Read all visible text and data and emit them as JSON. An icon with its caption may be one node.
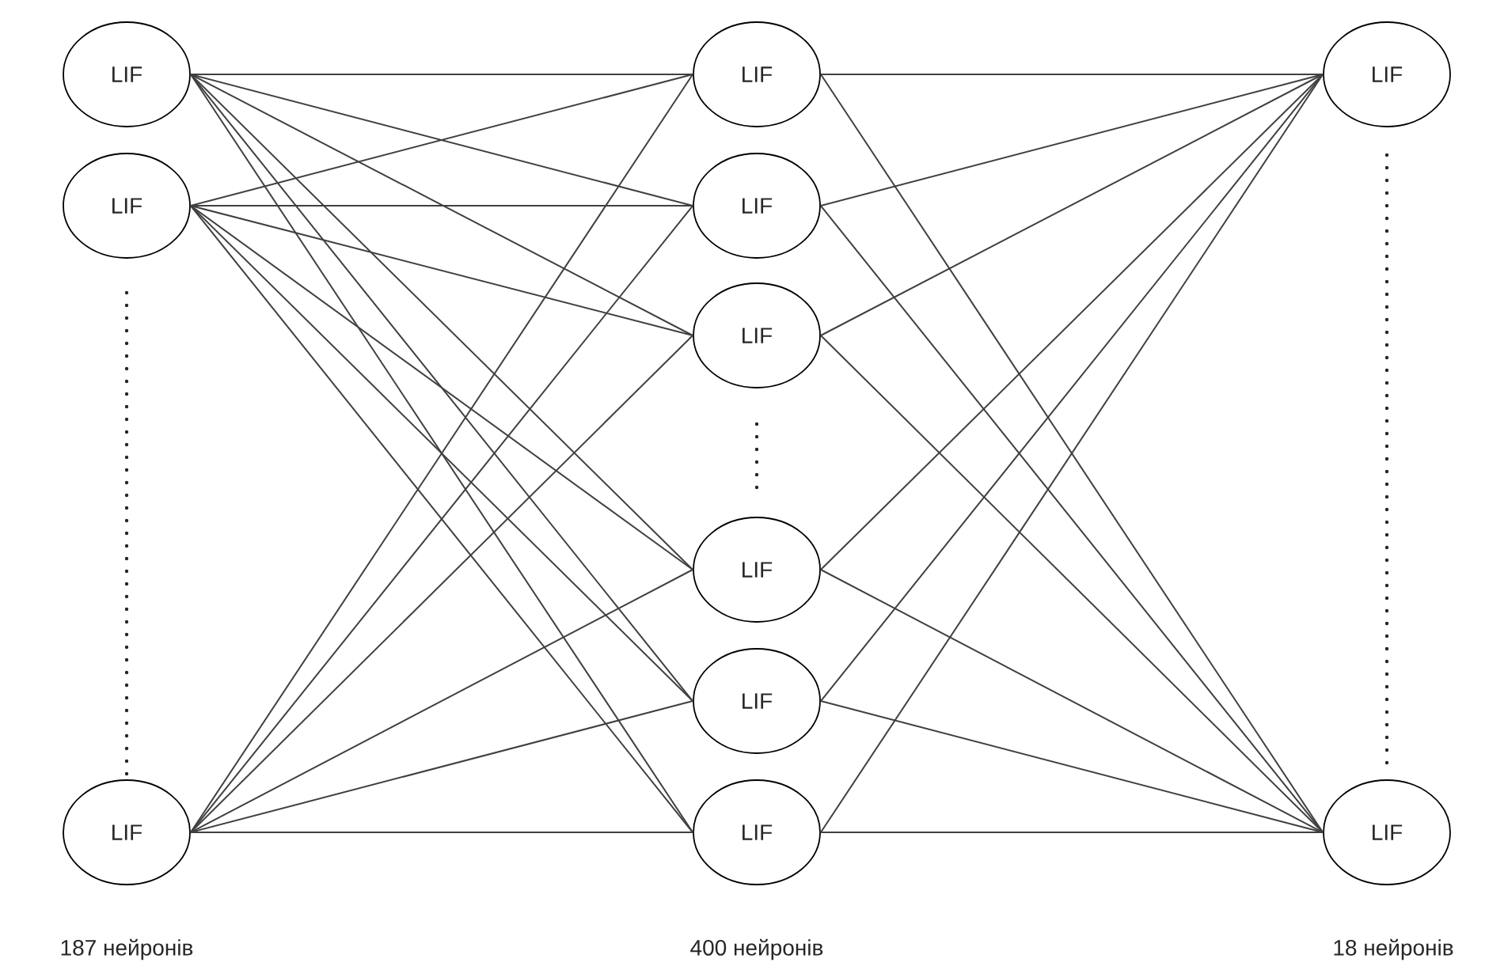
{
  "diagram": {
    "nodes": [
      {
        "text": [
          "LIF"
        ]
      },
      {
        "text": [
          "LIF"
        ]
      },
      {
        "text": [
          "LIF"
        ]
      },
      {
        "text": [
          "LIF"
        ]
      },
      {
        "text": [
          "LIF"
        ]
      },
      {
        "text": [
          "LIF"
        ]
      },
      {
        "text": [
          "LIF"
        ]
      },
      {
        "text": [
          "LIF"
        ]
      },
      {
        "text": [
          "LIF"
        ]
      },
      {
        "text": [
          "LIF"
        ]
      },
      {
        "text": [
          "LIF"
        ]
      }
    ],
    "edges": [
      {
        "from": 0,
        "to": 3,
        "arrow": "none"
      },
      {
        "from": 0,
        "to": 4,
        "arrow": "none"
      },
      {
        "from": 0,
        "to": 5,
        "arrow": "none"
      },
      {
        "from": 0,
        "to": 6,
        "arrow": "none"
      },
      {
        "from": 0,
        "to": 7,
        "arrow": "none"
      },
      {
        "from": 0,
        "to": 8,
        "arrow": "none"
      },
      {
        "from": 1,
        "to": 3,
        "arrow": "none"
      },
      {
        "from": 1,
        "to": 4,
        "arrow": "none"
      },
      {
        "from": 1,
        "to": 5,
        "arrow": "none"
      },
      {
        "from": 1,
        "to": 6,
        "arrow": "none"
      },
      {
        "from": 1,
        "to": 7,
        "arrow": "none"
      },
      {
        "from": 1,
        "to": 8,
        "arrow": "none"
      },
      {
        "from": 2,
        "to": 3,
        "arrow": "none"
      },
      {
        "from": 2,
        "to": 4,
        "arrow": "none"
      },
      {
        "from": 2,
        "to": 5,
        "arrow": "none"
      },
      {
        "from": 2,
        "to": 6,
        "arrow": "none"
      },
      {
        "from": 2,
        "to": 7,
        "arrow": "none"
      },
      {
        "from": 2,
        "to": 8,
        "arrow": "none"
      },
      {
        "from": 3,
        "to": 9,
        "arrow": "none"
      },
      {
        "from": 3,
        "to": 10,
        "arrow": "none"
      },
      {
        "from": 4,
        "to": 9,
        "arrow": "none"
      },
      {
        "from": 4,
        "to": 10,
        "arrow": "none"
      },
      {
        "from": 5,
        "to": 9,
        "arrow": "none"
      },
      {
        "from": 5,
        "to": 10,
        "arrow": "none"
      },
      {
        "from": 6,
        "to": 9,
        "arrow": "none"
      },
      {
        "from": 6,
        "to": 10,
        "arrow": "none"
      },
      {
        "from": 7,
        "to": 9,
        "arrow": "none"
      },
      {
        "from": 7,
        "to": 10,
        "arrow": "none"
      },
      {
        "from": 8,
        "to": 9,
        "arrow": "none"
      },
      {
        "from": 8,
        "to": 10,
        "arrow": "none"
      }
    ],
    "labels": [
      "187 нейронів",
      "400 нейронів",
      "18 нейронів"
    ]
  }
}
